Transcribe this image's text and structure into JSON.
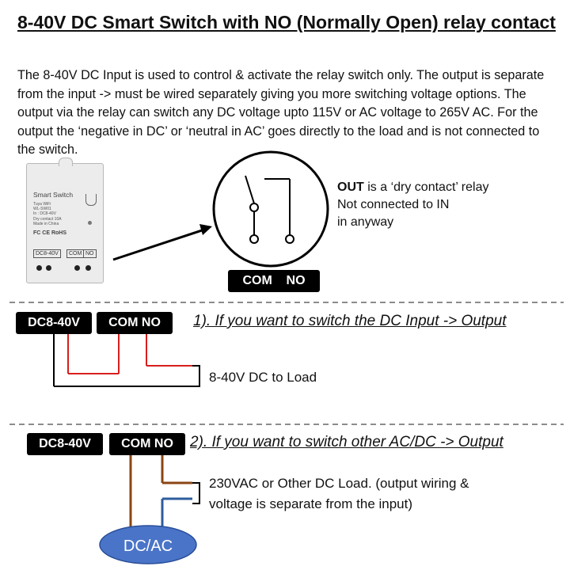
{
  "title": "8-40V DC Smart Switch with NO (Normally Open) relay contact",
  "description": "The 8-40V DC Input is used to control & activate the relay switch only. The output is separate from the input -> must be wired separately giving you more switching voltage options. The output via the relay can switch any DC voltage upto 115V or AC voltage to 265V AC. For the output the ‘negative in DC’ or ‘neutral in AC’ goes directly to the load and is not connected to the switch.",
  "device": {
    "brand": "Smart Switch",
    "spec": "Tuya WiFi\nWL-SW01\nIn : DC8-40V\nDry contact 10A\nMade in China",
    "certs": "FC CE RoHS",
    "terminal_labels": [
      "DC8-40V",
      "COM",
      "NO"
    ]
  },
  "relay_note": {
    "bold": "OUT",
    "line1_rest": " is a ‘dry contact’ relay",
    "line2": "Not connected to IN",
    "line3": "in anyway"
  },
  "relay_terminals": [
    "COM",
    "NO"
  ],
  "section1": {
    "heading": "1). If you want to switch the DC Input -> Output",
    "input_label": "DC8-40V",
    "output_label": "COM NO",
    "load": "8-40V DC to Load"
  },
  "section2": {
    "heading": "2). If you want to switch other AC/DC -> Output",
    "input_label": "DC8-40V",
    "output_label": "COM NO",
    "load_line1": "230VAC or Other DC Load. (output wiring &",
    "load_line2": "voltage is separate from the input)",
    "source": "DC/AC"
  },
  "colors": {
    "red_wire": "#d81e1e",
    "brown_wire": "#8b4513",
    "blue_wire": "#2e5c9e",
    "source_fill": "#4a74c8",
    "dashed_line": "#666666"
  }
}
